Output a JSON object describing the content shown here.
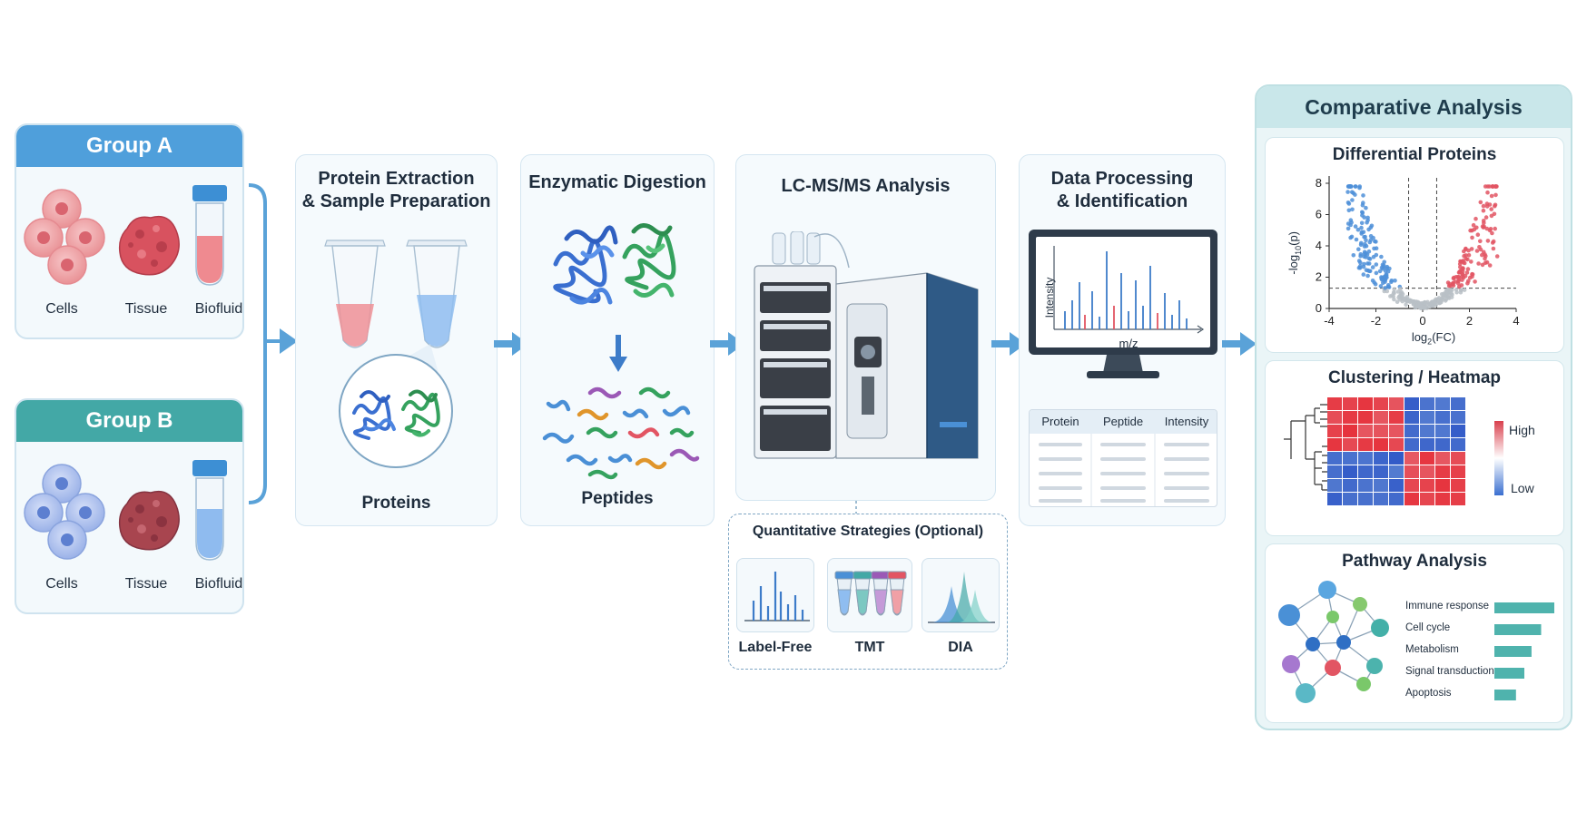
{
  "groups": [
    {
      "title": "Group A",
      "items": [
        "Cells",
        "Tissue",
        "Biofluid"
      ]
    },
    {
      "title": "Group B",
      "items": [
        "Cells",
        "Tissue",
        "Biofluid"
      ]
    }
  ],
  "stages": {
    "extraction": {
      "title": "Protein Extraction\n& Sample Preparation",
      "caption": "Proteins"
    },
    "digestion": {
      "title": "Enzymatic Digestion",
      "caption": "Peptides"
    },
    "lcms": {
      "title": "LC-MS/MS Analysis"
    },
    "processing": {
      "title": "Data Processing\n& Identification",
      "spectrum_ylabel": "Intensity",
      "spectrum_xlabel": "m/z",
      "table_columns": [
        "Protein",
        "Peptide",
        "Intensity"
      ]
    }
  },
  "quant": {
    "title": "Quantitative Strategies (Optional)",
    "items": [
      "Label-Free",
      "TMT",
      "DIA"
    ]
  },
  "comparative": {
    "title": "Comparative Analysis",
    "volcano": {
      "title": "Differential Proteins",
      "ylabel_main": "-log",
      "ylabel_sub": "10",
      "ylabel_end": "(p)",
      "xlabel_main": "log",
      "xlabel_sub": "2",
      "xlabel_end": "(FC)",
      "xticks": [
        "-4",
        "-2",
        "0",
        "2",
        "4"
      ],
      "yticks": [
        "0",
        "2",
        "4",
        "6",
        "8"
      ]
    },
    "heatmap": {
      "title": "Clustering / Heatmap",
      "high": "High",
      "low": "Low"
    },
    "pathway": {
      "title": "Pathway Analysis",
      "terms": [
        "Immune response",
        "Cell cycle",
        "Metabolism",
        "Signal transduction",
        "Apoptosis"
      ],
      "values": [
        1.0,
        0.78,
        0.62,
        0.5,
        0.36
      ]
    }
  },
  "colors": {
    "group_a": "#4f9fdb",
    "group_b": "#43a8a6",
    "arrow": "#4a9ad6",
    "up": "#e25563",
    "down": "#4d8fd8",
    "bar": "#4fb3ad"
  }
}
